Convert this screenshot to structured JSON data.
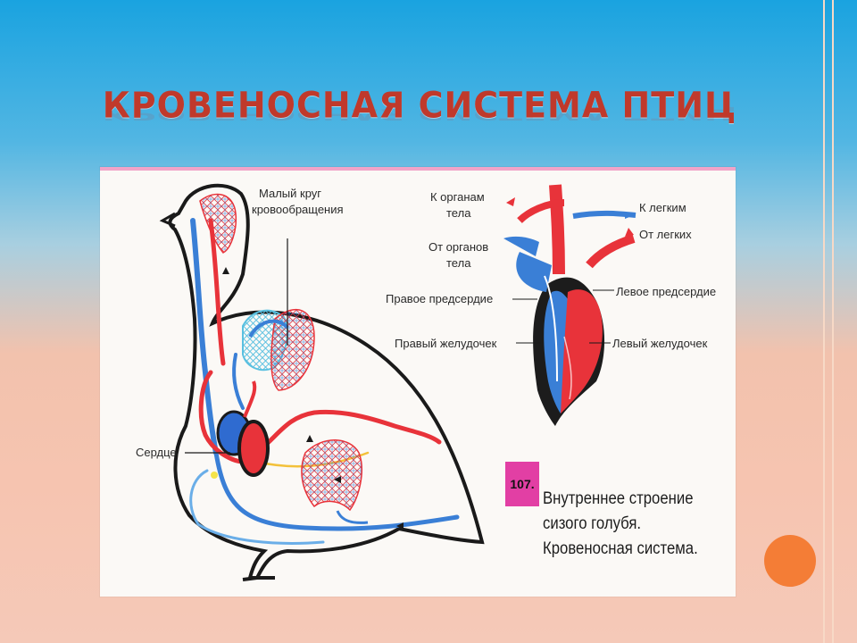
{
  "slide": {
    "title": "КРОВЕНОСНАЯ СИСТЕМА ПТИЦ"
  },
  "figure": {
    "labels": {
      "small_circle_line1": "Малый круг",
      "small_circle_line2": "кровообращения",
      "heart": "Сердце",
      "to_organs_line1": "К органам",
      "to_organs_line2": "тела",
      "from_organs_line1": "От органов",
      "from_organs_line2": "тела",
      "to_lungs": "К легким",
      "from_lungs": "От легких",
      "right_atrium": "Правое предсердие",
      "left_atrium": "Левое предсердие",
      "right_ventricle": "Правый желудочек",
      "left_ventricle": "Левый желудочек"
    },
    "figure_number": "107.",
    "caption": {
      "line1": "Внутреннее строение",
      "line2": "сизого голубя.",
      "line3": "Кровеносная система."
    }
  },
  "colors": {
    "arterial": "#e8333a",
    "venous": "#3a7fd6",
    "title": "#c0392b",
    "badge": "#e23fa4",
    "accent_dot": "#f47d36"
  }
}
